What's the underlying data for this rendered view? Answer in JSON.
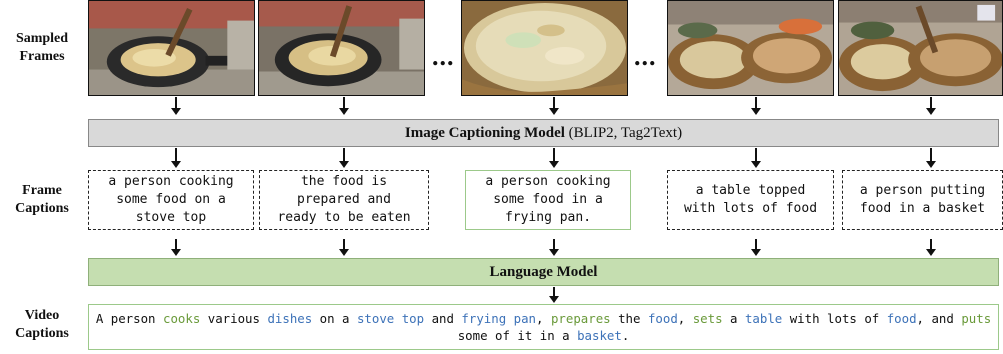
{
  "labels": {
    "sampled_frames": "Sampled\nFrames",
    "frame_captions": "Frame\nCaptions",
    "video_captions": "Video\nCaptions"
  },
  "ellipsis": "...",
  "frames": [
    {
      "name": "frame-1",
      "desc": "pan"
    },
    {
      "name": "frame-2",
      "desc": "pan"
    },
    {
      "name": "frame-3",
      "desc": "closeup"
    },
    {
      "name": "frame-4",
      "desc": "baskets"
    },
    {
      "name": "frame-5",
      "desc": "baskets"
    }
  ],
  "captioning_model": {
    "name": "Image Captioning Model",
    "detail": " (BLIP2, Tag2Text)"
  },
  "frame_captions": [
    "a person cooking\nsome food on a\nstove top",
    "the food is\nprepared and\nready to be eaten",
    "a person cooking\nsome food in a\nfrying pan.",
    "a table topped\nwith lots of food",
    "a person putting\nfood in a basket"
  ],
  "language_model": "Language Model",
  "video_caption_segments": [
    {
      "t": "A person ",
      "k": "plain"
    },
    {
      "t": "cooks",
      "k": "verb"
    },
    {
      "t": " various ",
      "k": "plain"
    },
    {
      "t": "dishes",
      "k": "noun"
    },
    {
      "t": " on a ",
      "k": "plain"
    },
    {
      "t": "stove top",
      "k": "noun"
    },
    {
      "t": " and ",
      "k": "plain"
    },
    {
      "t": "frying pan",
      "k": "noun"
    },
    {
      "t": ", ",
      "k": "plain"
    },
    {
      "t": "prepares",
      "k": "verb"
    },
    {
      "t": " the ",
      "k": "plain"
    },
    {
      "t": "food",
      "k": "noun"
    },
    {
      "t": ", ",
      "k": "plain"
    },
    {
      "t": "sets",
      "k": "verb"
    },
    {
      "t": " a ",
      "k": "plain"
    },
    {
      "t": "table",
      "k": "noun"
    },
    {
      "t": " with lots of ",
      "k": "plain"
    },
    {
      "t": "food",
      "k": "noun"
    },
    {
      "t": ", and ",
      "k": "plain"
    },
    {
      "t": "puts",
      "k": "verb"
    },
    {
      "t": " some of it in a ",
      "k": "plain"
    },
    {
      "t": "basket",
      "k": "noun"
    },
    {
      "t": ".",
      "k": "plain"
    }
  ],
  "colors": {
    "verb": "#6a9a3a",
    "noun": "#3d72b8",
    "captioning_bar": "#d9d9d9",
    "language_bar": "#c5deb0",
    "highlight_border": "#9cc98a"
  }
}
